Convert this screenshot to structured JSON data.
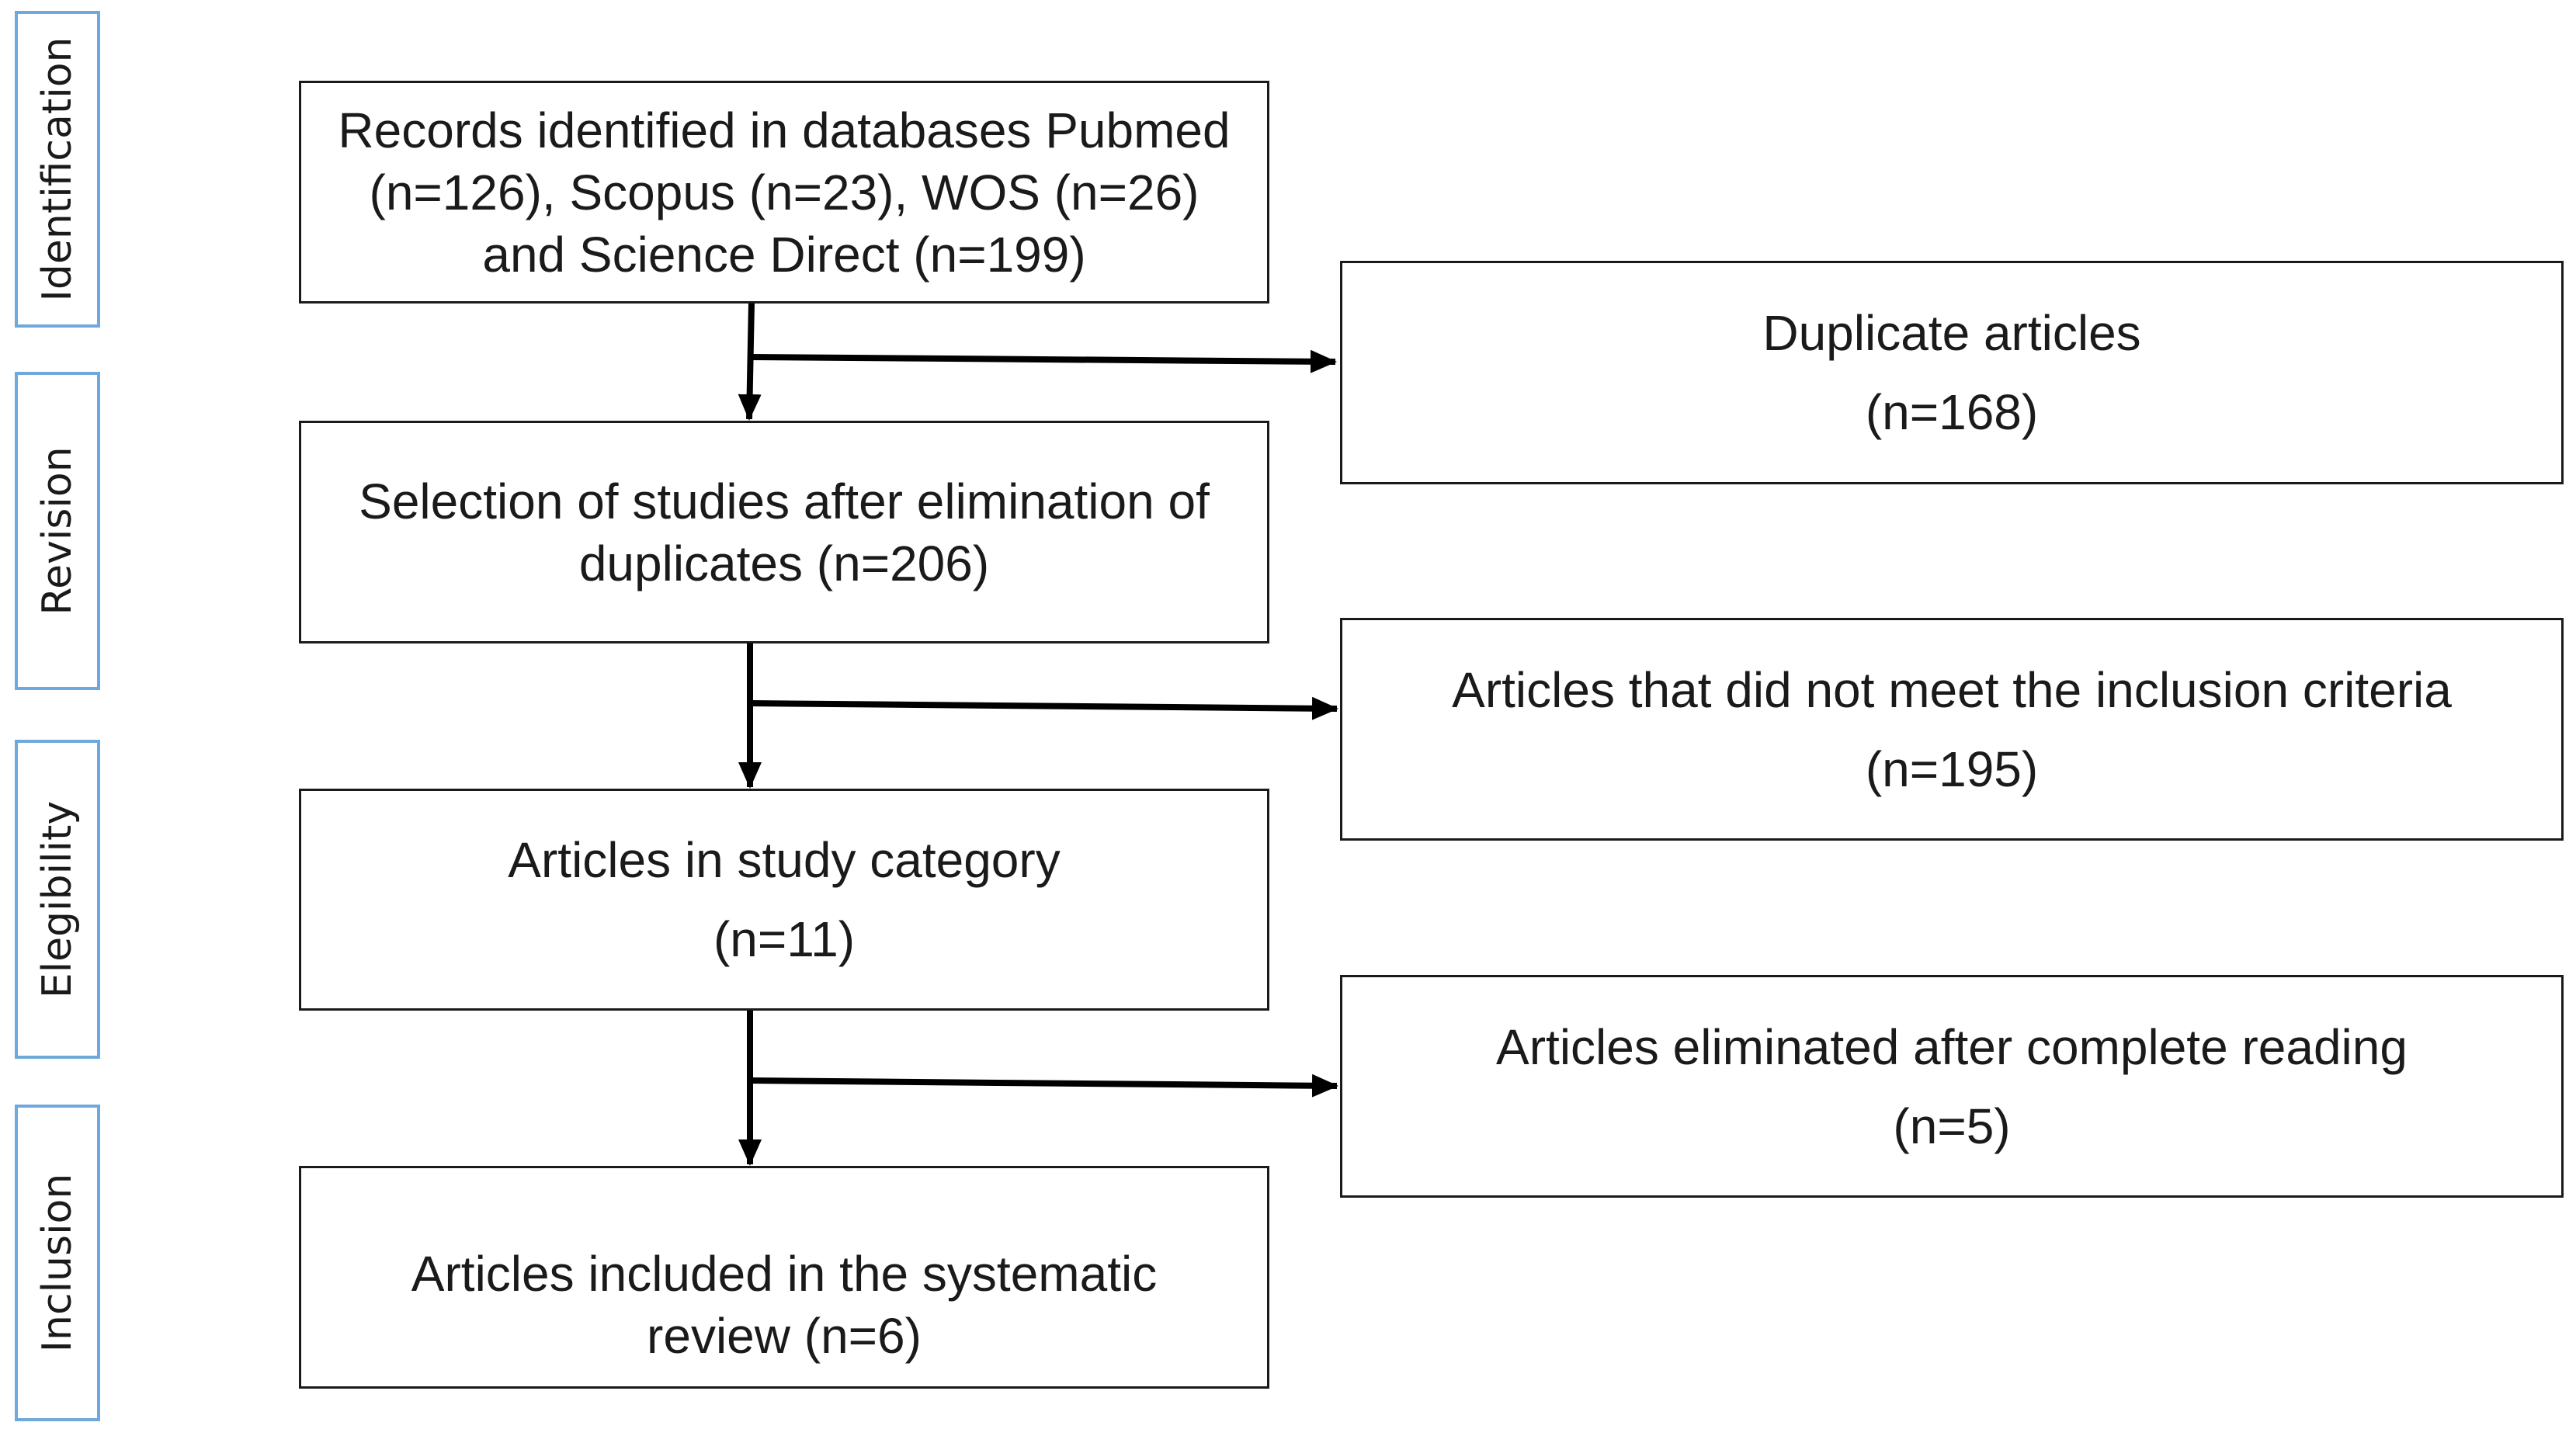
{
  "stages": [
    {
      "id": "identification",
      "label": "Identification"
    },
    {
      "id": "revision",
      "label": "Revision"
    },
    {
      "id": "elegibility",
      "label": "Elegibility"
    },
    {
      "id": "inclusion",
      "label": "Inclusion"
    }
  ],
  "main_boxes": {
    "records": {
      "lines": [
        "Records identified  in databases  Pubmed",
        "(n=126),  Scopus  (n=23),  WOS  (n=26)",
        "and  Science  Direct  (n=199)"
      ]
    },
    "selection": {
      "lines": [
        "Selection  of  studies  after  elimination   of",
        "duplicates  (n=206)"
      ]
    },
    "category": {
      "lines": [
        "Articles  in  study  category",
        "(n=11)"
      ]
    },
    "included": {
      "lines": [
        "Articles  included  in  the  systematic",
        "review  (n=6)"
      ]
    }
  },
  "side_boxes": {
    "duplicates": {
      "lines": [
        "Duplicate  articles",
        "(n=168)"
      ]
    },
    "criteria": {
      "lines": [
        "Articles   that  did  not  meet  the  inclusion  criteria",
        "(n=195)"
      ]
    },
    "eliminated": {
      "lines": [
        "Articles  eliminated  after  complete  reading",
        "(n=5)"
      ]
    }
  },
  "colors": {
    "stage_border": "#6fa8dc",
    "box_border": "#1a1a1a",
    "arrow": "#000000"
  }
}
